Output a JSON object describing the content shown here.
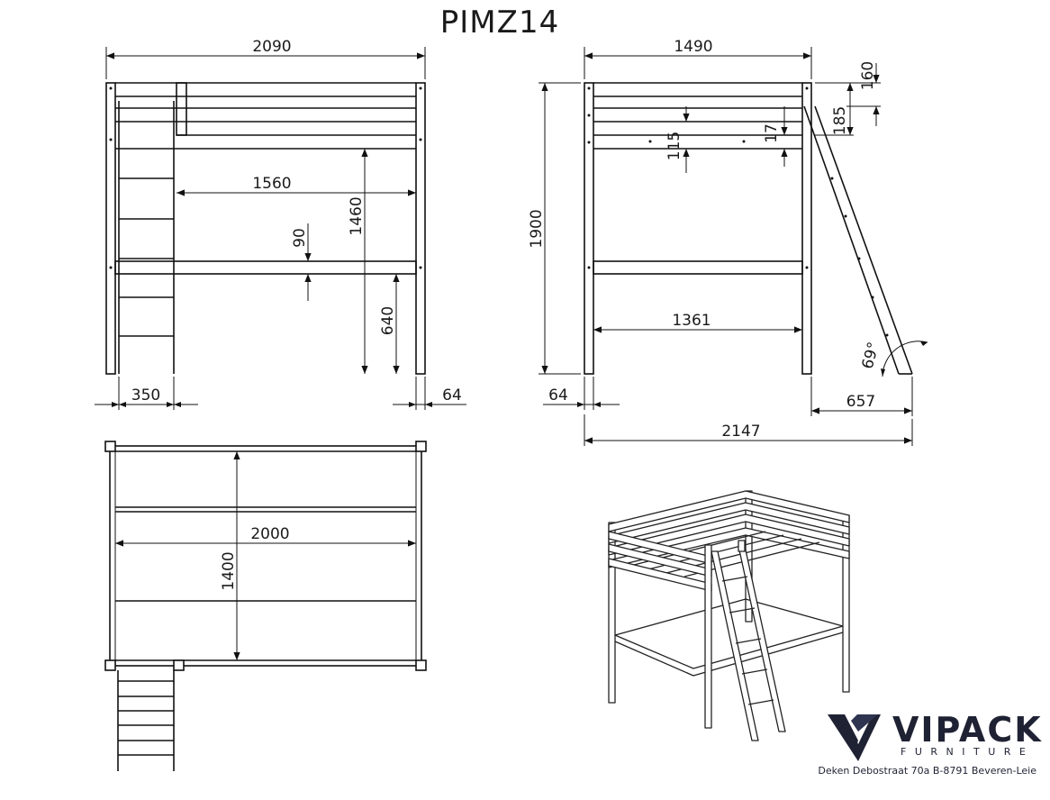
{
  "title": "PIMZ14",
  "dimensions": {
    "front_width": "2090",
    "front_opening": "1560",
    "front_clearance": "1460",
    "front_beam": "90",
    "front_lower": "640",
    "front_ladder_width": "350",
    "front_post": "64",
    "side_width": "1490",
    "side_rail_top": "160",
    "side_rail": "185",
    "side_gap": "17",
    "side_board": "115",
    "side_height": "1900",
    "side_inner": "1361",
    "side_post": "64",
    "side_ladder_angle": "69°",
    "side_ladder_offset": "657",
    "side_total": "2147",
    "top_length": "2000",
    "top_width": "1400"
  },
  "brand": {
    "name": "VIPACK",
    "tagline": "FURNITURE",
    "address": "Deken Debostraat 70a B-8791 Beveren-Leie",
    "color": "#1f2233"
  }
}
